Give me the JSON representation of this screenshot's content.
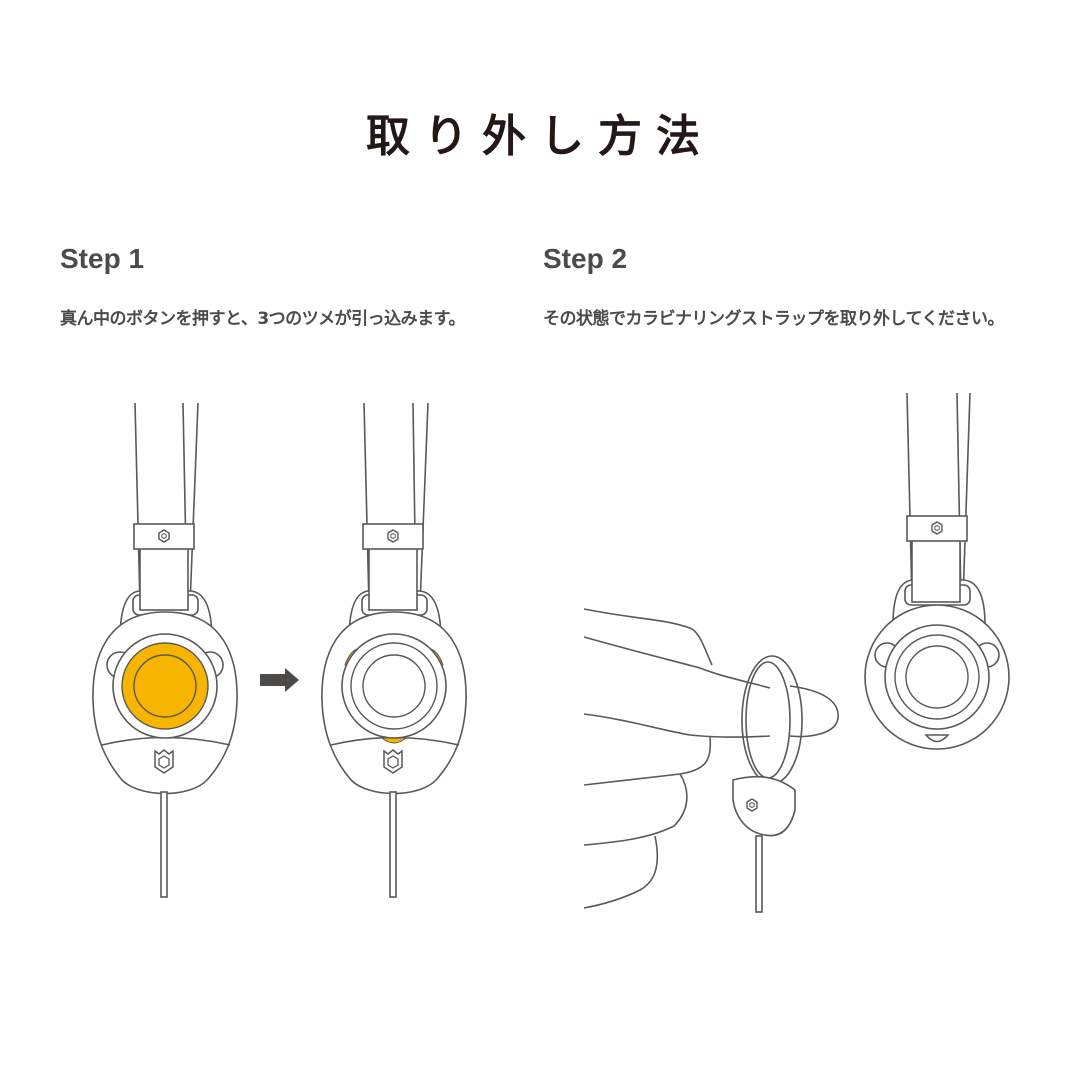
{
  "title": "取り外し方法",
  "steps": [
    {
      "label": "Step 1",
      "description": "真ん中のボタンを押すと、3つのツメが引っ込みます。"
    },
    {
      "label": "Step 2",
      "description": "その状態でカラビナリングストラップを取り外してください。"
    }
  ],
  "icons": {
    "arrow": "arrow-right-icon",
    "logo": "shield-hexagon-icon"
  },
  "colors": {
    "text_dark": "#231815",
    "text_gray": "#4d4b4a",
    "line": "#5a5858",
    "button_accent": "#f8b500"
  }
}
